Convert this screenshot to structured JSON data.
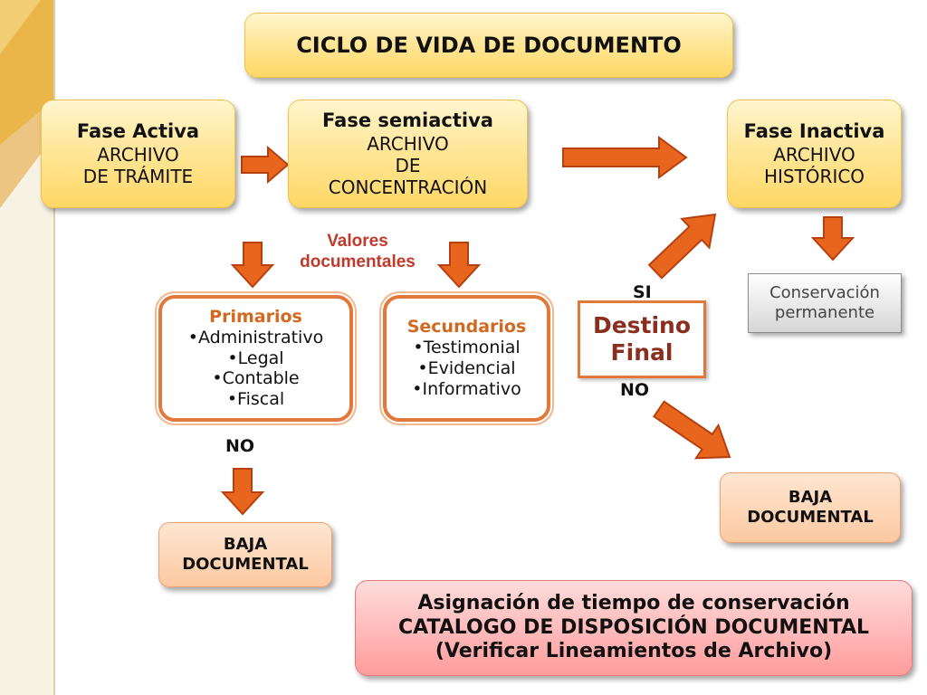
{
  "title": "CICLO DE VIDA DE DOCUMENTO",
  "phases": {
    "activa": {
      "heading": "Fase Activa",
      "lines": [
        "ARCHIVO",
        "DE TRÁMITE"
      ]
    },
    "semiactiva": {
      "heading": "Fase semiactiva",
      "lines": [
        "ARCHIVO",
        "DE",
        "CONCENTRACIÓN"
      ]
    },
    "inactiva": {
      "heading": "Fase Inactiva",
      "lines": [
        "ARCHIVO",
        "HISTÓRICO"
      ]
    }
  },
  "valores_label": [
    "Valores",
    "documentales"
  ],
  "primarios": {
    "heading": "Primarios",
    "items": [
      "•Administrativo",
      "•Legal",
      "•Contable",
      "•Fiscal"
    ]
  },
  "secundarios": {
    "heading": "Secundarios",
    "items": [
      "•Testimonial",
      "•Evidencial",
      "•Informativo"
    ]
  },
  "destino": {
    "lines": [
      "Destino",
      "Final"
    ],
    "yes": "SI",
    "no": "NO"
  },
  "no_primarios": "NO",
  "conservacion": [
    "Conservación",
    "permanente"
  ],
  "baja_left": [
    "BAJA",
    "DOCUMENTAL"
  ],
  "baja_right": [
    "BAJA",
    "DOCUMENTAL"
  ],
  "asignacion": [
    "Asignación de tiempo de conservación",
    "CATALOGO DE DISPOSICIÓN DOCUMENTAL",
    "(Verificar Lineamientos de Archivo)"
  ],
  "colors": {
    "arrow_fill": "#e8651e",
    "arrow_stroke": "#b7410e",
    "accent": "#d2691e",
    "destino_border": "#e2793a"
  }
}
